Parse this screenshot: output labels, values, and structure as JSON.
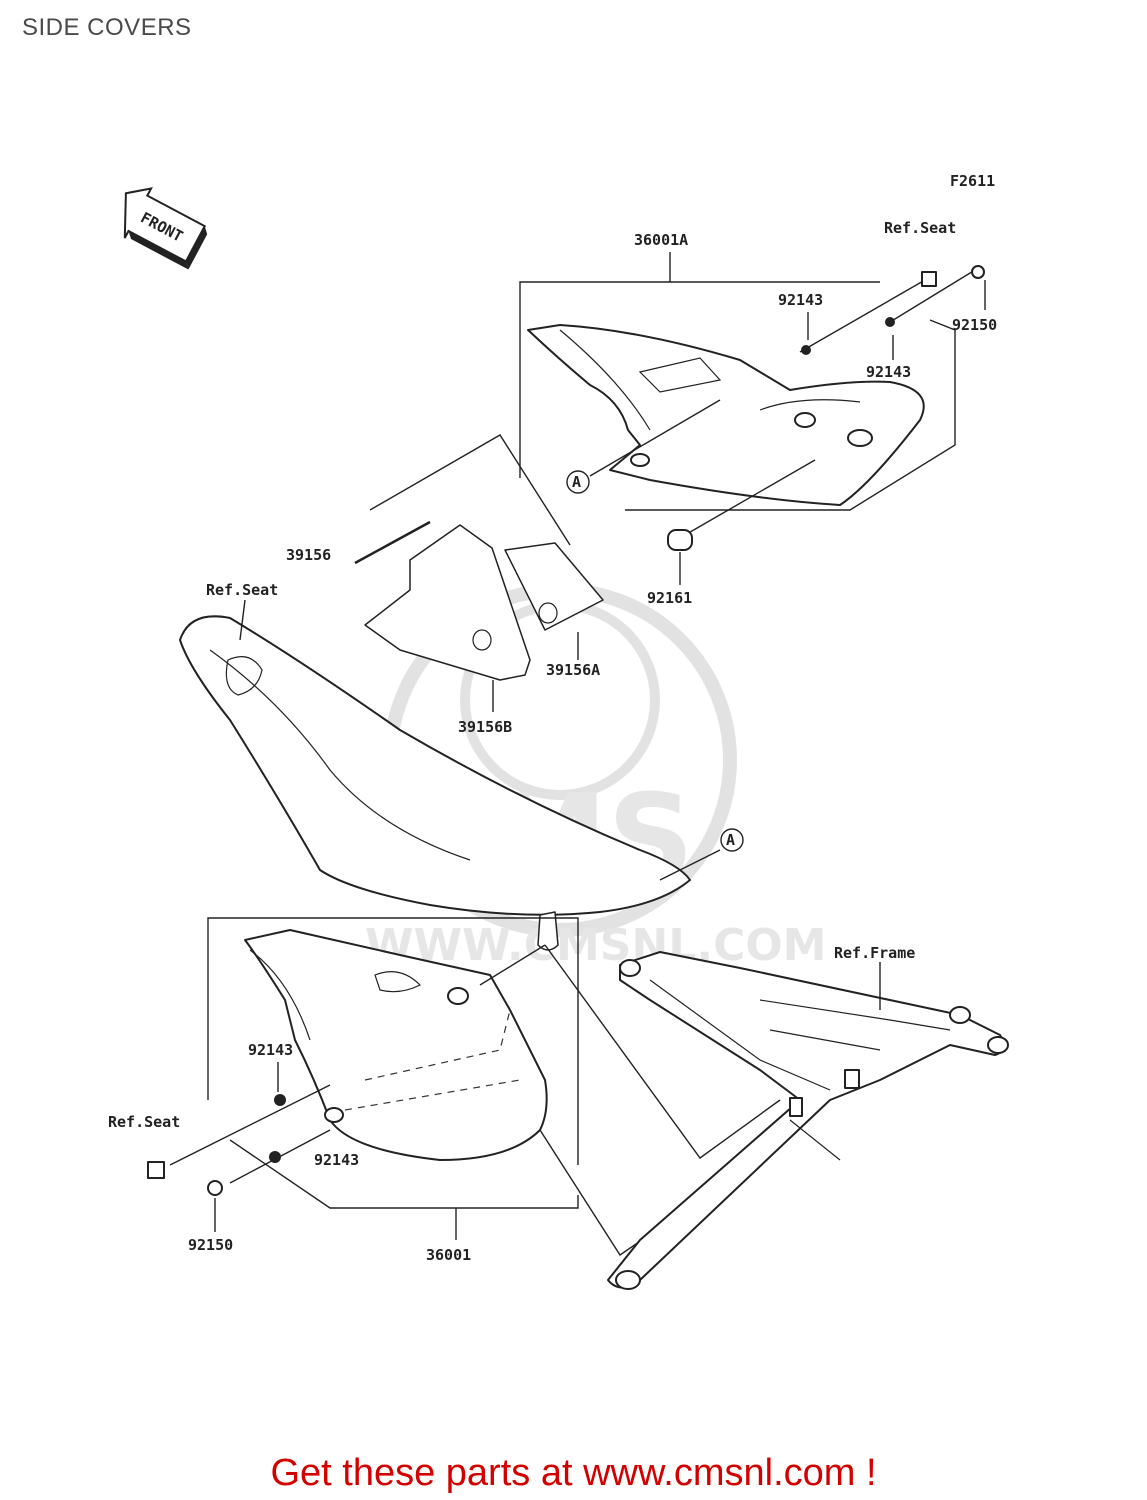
{
  "title": "SIDE COVERS",
  "figure_code": "F2611",
  "front_label": "FRONT",
  "watermark": {
    "brand": "CMS",
    "url": "WWW.CMSNL.COM"
  },
  "callouts": {
    "c36001A": "36001A",
    "refSeatTop": "Ref.Seat",
    "c92143a": "92143",
    "c92150a": "92150",
    "c92143b": "92143",
    "c39156": "39156",
    "c92161": "92161",
    "refSeatMid": "Ref.Seat",
    "c39156A": "39156A",
    "c39156B": "39156B",
    "markerA1": "A",
    "markerA2": "A",
    "refFrame": "Ref.Frame",
    "c92143c": "92143",
    "refSeatLow": "Ref.Seat",
    "c92143d": "92143",
    "c92150b": "92150",
    "c36001": "36001"
  },
  "footer_cta": "Get these parts at www.cmsnl.com !"
}
